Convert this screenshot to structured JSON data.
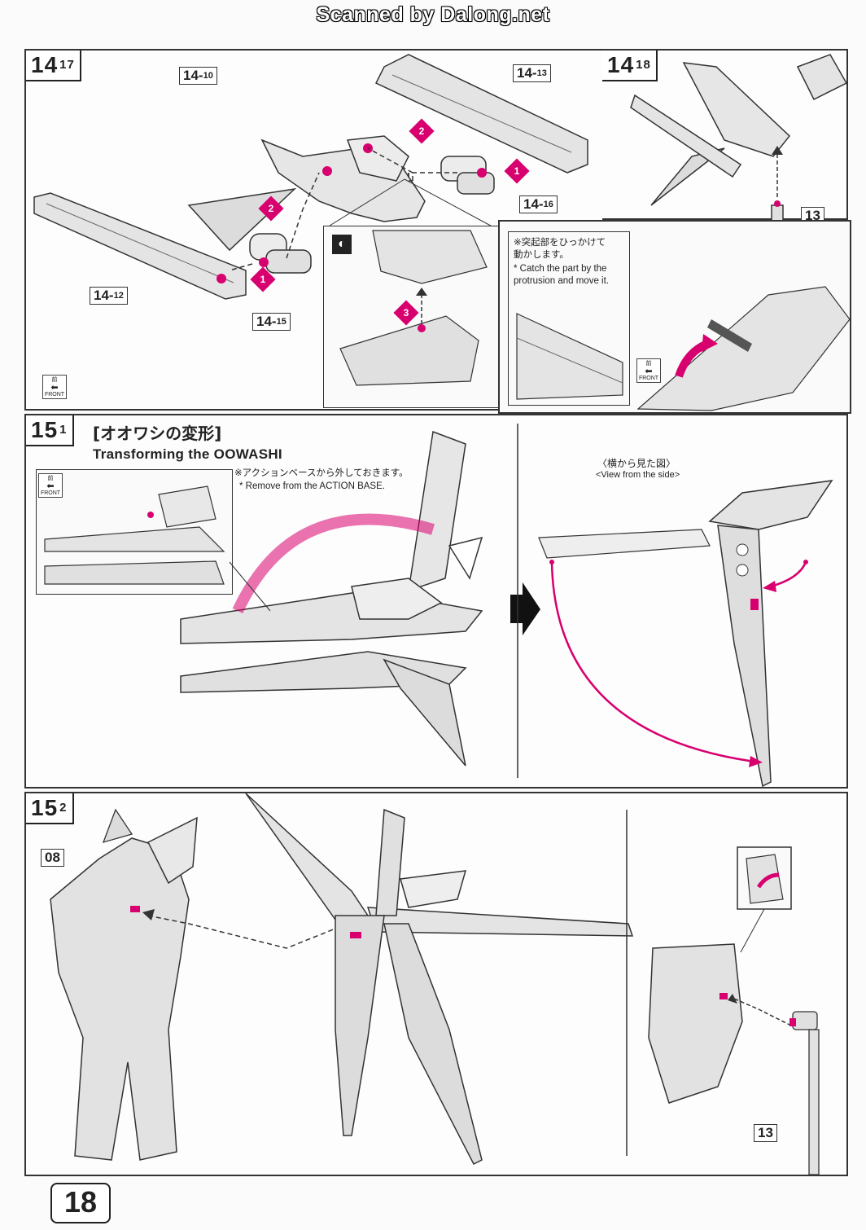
{
  "scan_watermark": "Scanned by Dalong.net",
  "page_number": "18",
  "colors": {
    "accent": "#d8006f",
    "line": "#333333",
    "part_fill": "#e4e4e4"
  },
  "step_14_17": {
    "step_main": "14",
    "step_sub": "17",
    "parts": {
      "p10_main": "14",
      "p10_sub": "10",
      "p13_main": "14",
      "p13_sub": "13",
      "p16_main": "14",
      "p16_sub": "16",
      "p12_main": "14",
      "p12_sub": "12",
      "p15_main": "14",
      "p15_sub": "15"
    },
    "badges": [
      "1",
      "2",
      "2",
      "1",
      "3"
    ],
    "front_jp": "前",
    "front_en": "FRONT"
  },
  "step_14_18": {
    "step_main": "14",
    "step_sub": "18",
    "part13": "13",
    "note_jp": "※突起部をひっかけて\n動かします。",
    "note_en": "* Catch the part by the\nprotrusion and move it.",
    "front_jp": "前",
    "front_en": "FRONT"
  },
  "step_15_1": {
    "step_main": "15",
    "step_sub": "1",
    "title_jp": "[オオワシの変形]",
    "title_en": "Transforming the OOWASHI",
    "note_jp": "※アクションベースから外しておきます。",
    "note_en": "* Remove from the ACTION BASE.",
    "side_view_jp": "〈横から見た図〉",
    "side_view_en": "<View from the side>",
    "front_jp": "前",
    "front_en": "FRONT"
  },
  "step_15_2": {
    "step_main": "15",
    "step_sub": "2",
    "part08": "08",
    "part13": "13"
  }
}
